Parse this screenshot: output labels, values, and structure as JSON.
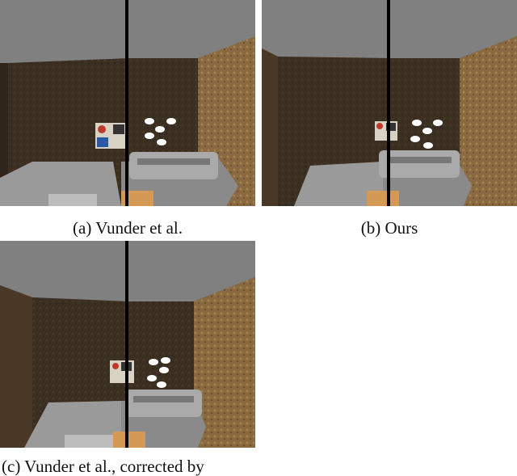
{
  "figure": {
    "panels": [
      {
        "id": "a",
        "caption": "(a) Vunder et al."
      },
      {
        "id": "b",
        "caption": "(b) Ours"
      },
      {
        "id": "c",
        "caption": "(c) Vunder et al., corrected by"
      }
    ]
  },
  "colors": {
    "ceiling": "#808080",
    "wall_dark": "#3b2f22",
    "wall_light": "#8a6a40",
    "floor": "#5a5048",
    "robot": "#9a9a9a",
    "divider_line": "#000000"
  }
}
